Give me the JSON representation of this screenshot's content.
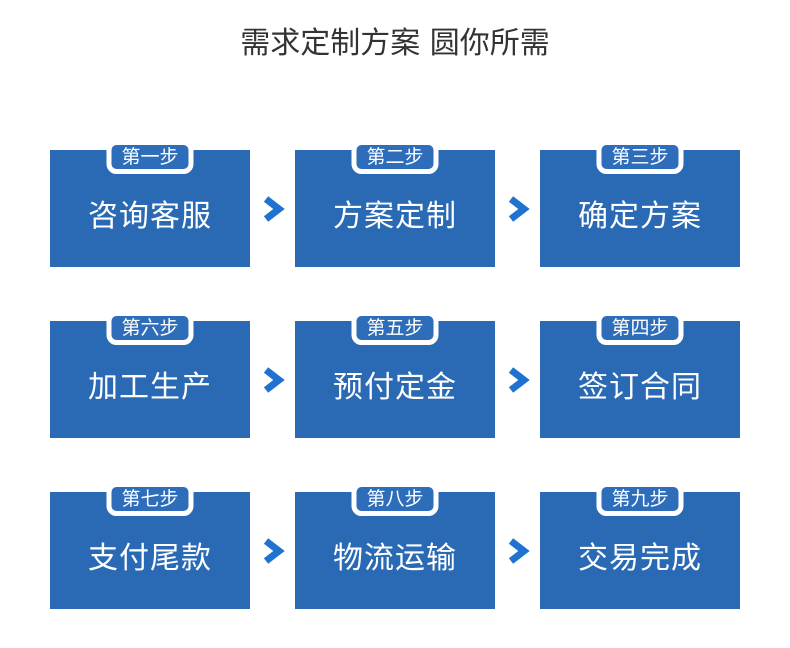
{
  "page": {
    "title": "需求定制方案 圆你所需"
  },
  "colors": {
    "background": "#ffffff",
    "card_blue": "#2a6ab5",
    "badge_blue": "#2d6dba",
    "badge_border": "#ffffff",
    "arrow_blue": "#1f72cf",
    "title_text": "#333333",
    "card_text": "#ffffff"
  },
  "diagram": {
    "arrow_icon": "chevron-right",
    "arrow_direction": "right",
    "rows": [
      {
        "steps": [
          {
            "badge": "第一步",
            "label": "咨询客服"
          },
          {
            "badge": "第二步",
            "label": "方案定制"
          },
          {
            "badge": "第三步",
            "label": "确定方案"
          }
        ]
      },
      {
        "steps": [
          {
            "badge": "第六步",
            "label": "加工生产"
          },
          {
            "badge": "第五步",
            "label": "预付定金"
          },
          {
            "badge": "第四步",
            "label": "签订合同"
          }
        ]
      },
      {
        "steps": [
          {
            "badge": "第七步",
            "label": "支付尾款"
          },
          {
            "badge": "第八步",
            "label": "物流运输"
          },
          {
            "badge": "第九步",
            "label": "交易完成"
          }
        ]
      }
    ]
  }
}
